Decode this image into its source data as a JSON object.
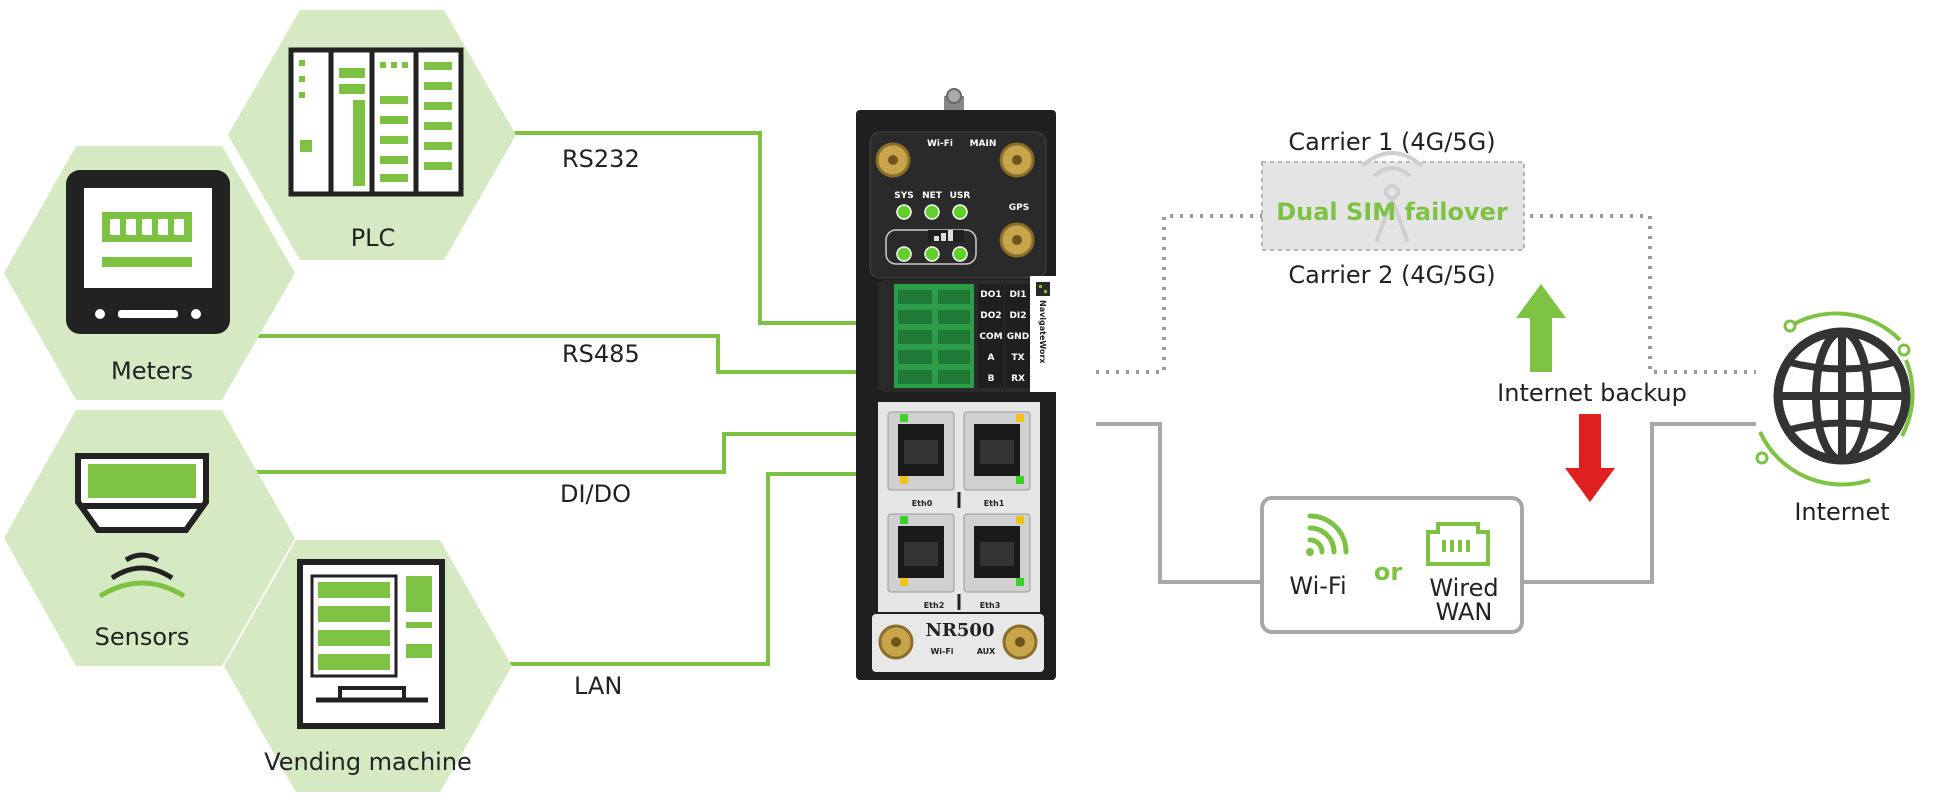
{
  "devices": {
    "plc": "PLC",
    "meters": "Meters",
    "sensors": "Sensors",
    "vending": "Vending machine"
  },
  "links": {
    "rs232": "RS232",
    "rs485": "RS485",
    "dido": "DI/DO",
    "lan": "LAN"
  },
  "router": {
    "model": "NR500",
    "brand": "NavigateWorx",
    "antenna_top_left": "Wi-Fi",
    "antenna_top_right": "MAIN",
    "antenna_gps": "GPS",
    "antenna_bottom_left": "Wi-Fi",
    "antenna_bottom_right": "AUX",
    "led_sys": "SYS",
    "led_net": "NET",
    "led_usr": "USR",
    "io_pins": [
      "DO1",
      "DI1",
      "DO2",
      "DI2",
      "COM",
      "GND",
      "A",
      "TX",
      "B",
      "RX"
    ],
    "eth0": "Eth0",
    "eth1": "Eth1",
    "eth2": "Eth2",
    "eth3": "Eth3"
  },
  "cellular": {
    "carrier1": "Carrier 1 (4G/5G)",
    "carrier2": "Carrier 2 (4G/5G)",
    "failover": "Dual SIM failover",
    "backup": "Internet backup"
  },
  "wan": {
    "wifi": "Wi-Fi",
    "or": "or",
    "wired_line1": "Wired",
    "wired_line2": "WAN"
  },
  "internet": "Internet",
  "colors": {
    "green": "#7dc242",
    "hex_fill": "#d5e9c3",
    "red": "#e02020",
    "gray_line": "#a8a8a8",
    "router_body": "#1f1f1f"
  }
}
